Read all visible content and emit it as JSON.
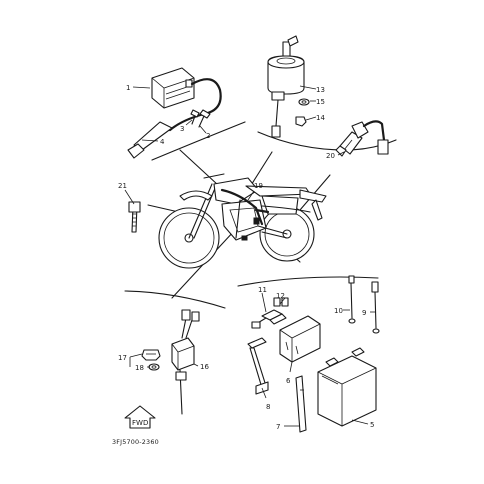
{
  "diagram": {
    "code": "3FJ5700-2360",
    "front_mark": "FWD",
    "callouts": {
      "c1": "1",
      "c2": "2",
      "c3": "3",
      "c4": "4",
      "c5": "5",
      "c6": "6",
      "c7": "7",
      "c8": "8",
      "c9": "9",
      "c10": "10",
      "c11": "11",
      "c12": "12",
      "c13": "13",
      "c14": "14",
      "c15": "15",
      "c16": "16",
      "c17": "17",
      "c18": "18",
      "c19": "19",
      "c20": "20",
      "c21": "21"
    }
  }
}
